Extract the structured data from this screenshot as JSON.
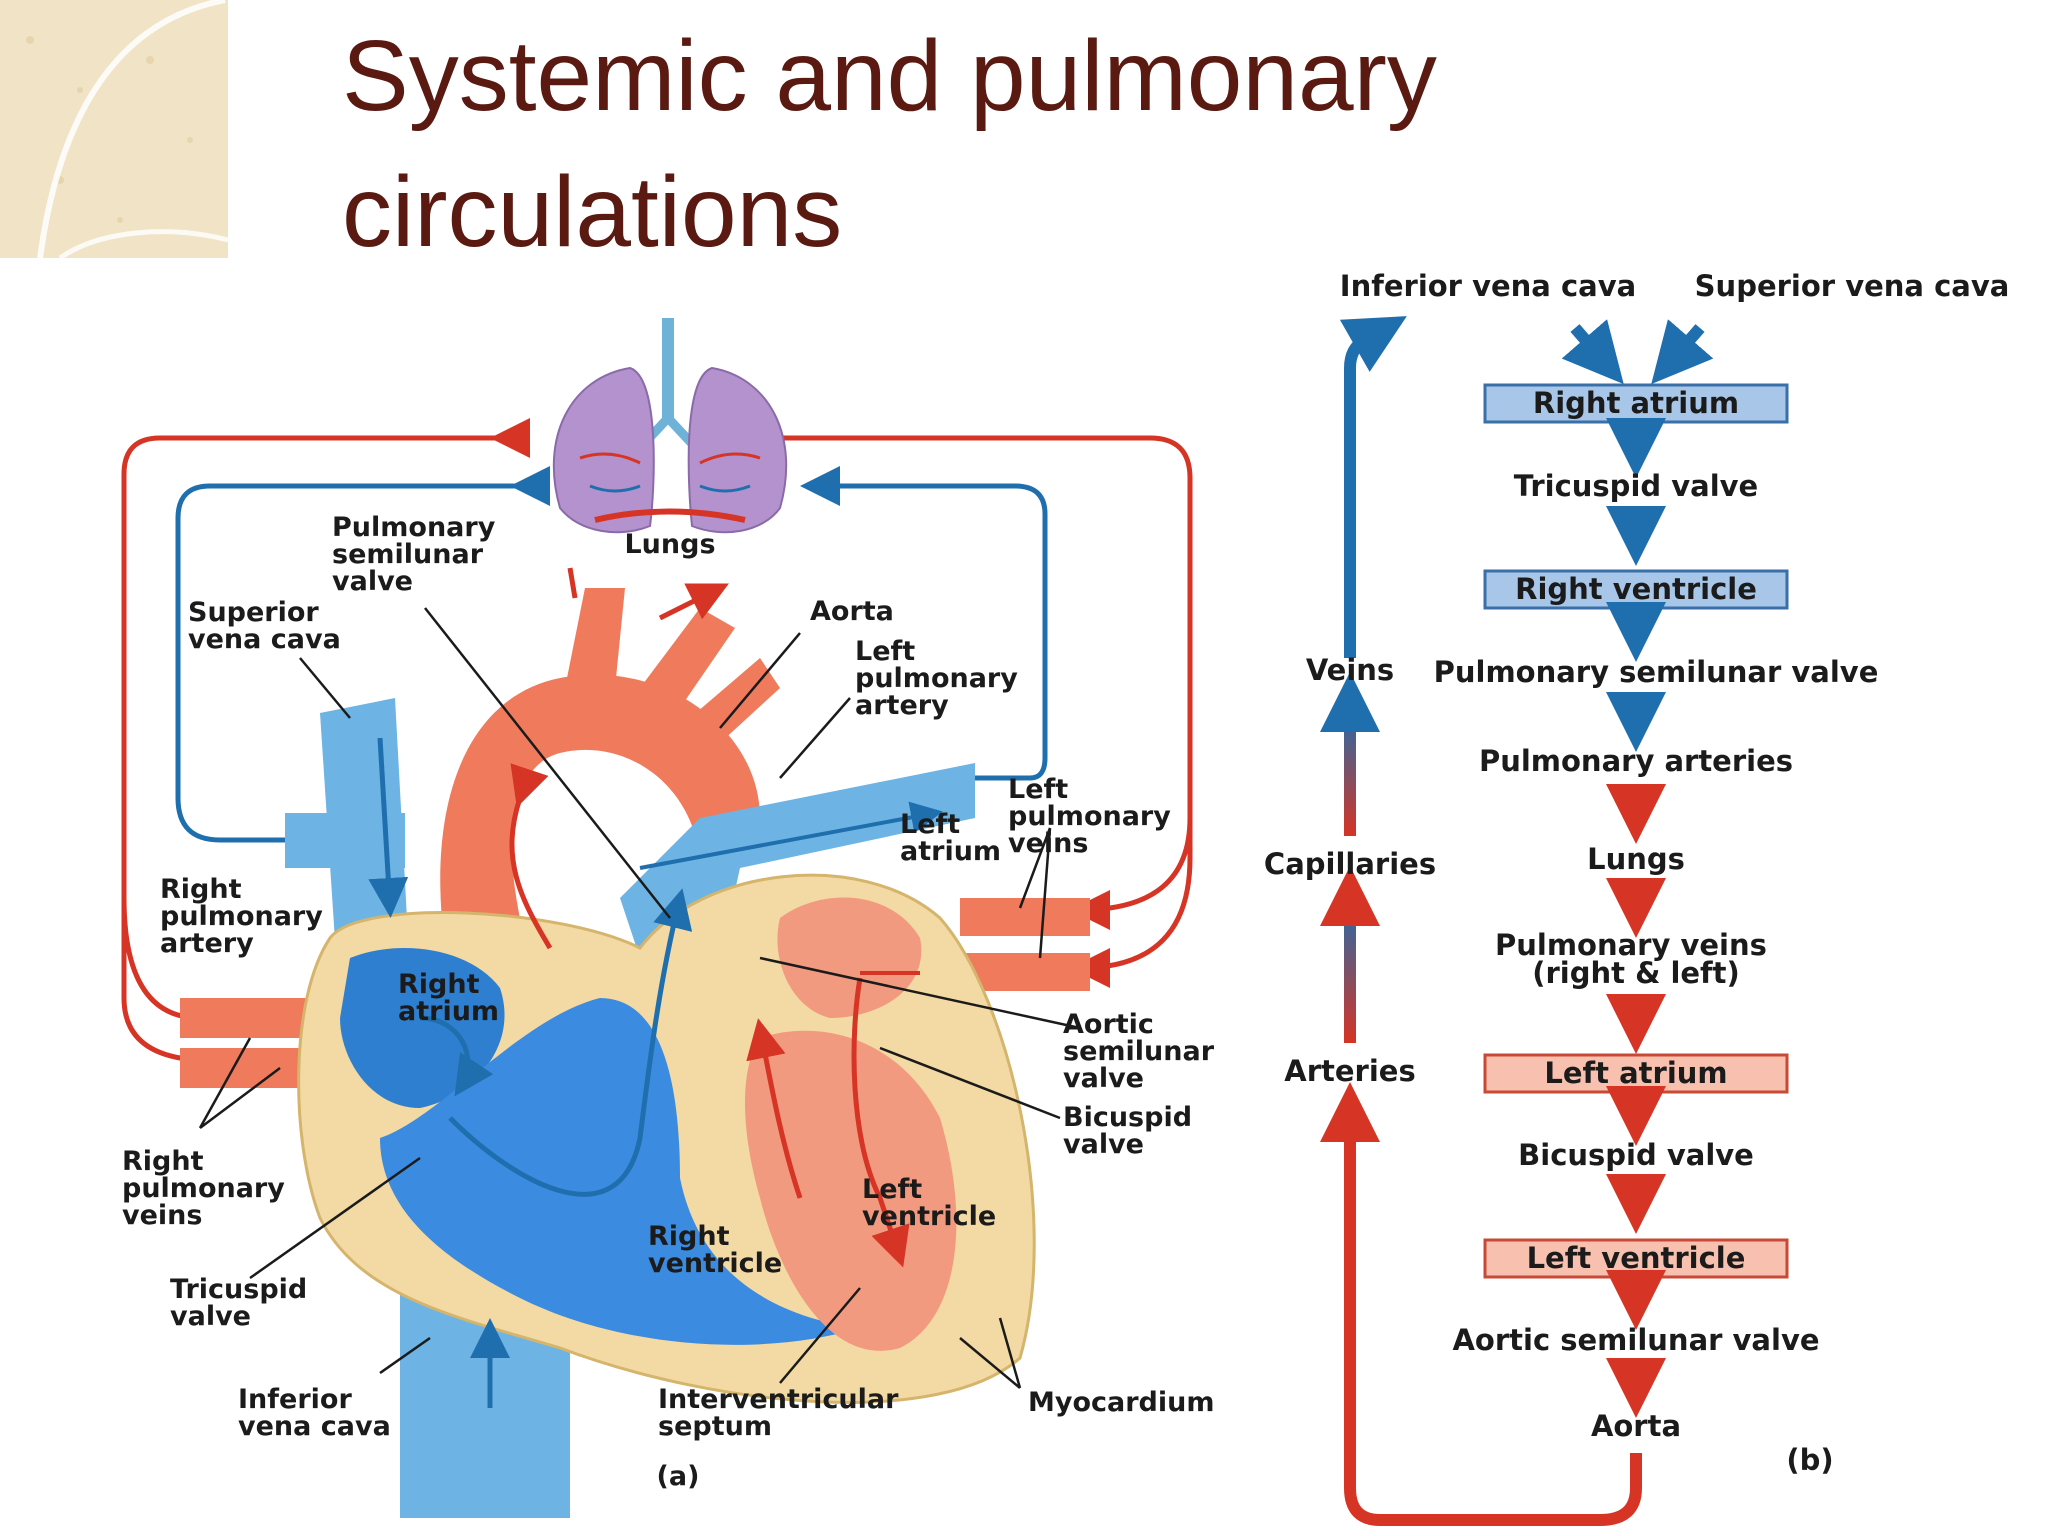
{
  "title": {
    "line1": "Systemic and pulmonary",
    "line2": "circulations"
  },
  "panel_a": {
    "caption": "(a)",
    "labels": {
      "lungs": "Lungs",
      "pulmonary_semilunar_valve": [
        "Pulmonary",
        "semilunar",
        "valve"
      ],
      "superior_vena_cava": [
        "Superior",
        "vena cava"
      ],
      "aorta": "Aorta",
      "left_pulmonary_artery": [
        "Left",
        "pulmonary",
        "artery"
      ],
      "left_pulmonary_veins": [
        "Left",
        "pulmonary",
        "veins"
      ],
      "left_atrium": [
        "Left",
        "atrium"
      ],
      "right_pulmonary_artery": [
        "Right",
        "pulmonary",
        "artery"
      ],
      "right_atrium": [
        "Right",
        "atrium"
      ],
      "aortic_semilunar_valve": [
        "Aortic",
        "semilunar",
        "valve"
      ],
      "bicuspid_valve": [
        "Bicuspid",
        "valve"
      ],
      "right_pulmonary_veins": [
        "Right",
        "pulmonary",
        "veins"
      ],
      "left_ventricle": [
        "Left",
        "ventricle"
      ],
      "right_ventricle": [
        "Right",
        "ventricle"
      ],
      "tricuspid_valve": [
        "Tricuspid",
        "valve"
      ],
      "inferior_vena_cava": [
        "Inferior",
        "vena cava"
      ],
      "interventricular_septum": [
        "Interventricular",
        "septum"
      ],
      "myocardium": "Myocardium"
    }
  },
  "panel_b": {
    "caption": "(b)",
    "top_sources": [
      "Inferior vena cava",
      "Superior vena cava"
    ],
    "side_labels": {
      "veins": "Veins",
      "capillaries": "Capillaries",
      "arteries": "Arteries"
    },
    "steps": [
      {
        "label": "Right atrium",
        "style": "blue-box"
      },
      {
        "label": "Tricuspid valve",
        "style": "text"
      },
      {
        "label": "Right ventricle",
        "style": "blue-box"
      },
      {
        "label": "Pulmonary semilunar valve",
        "style": "text"
      },
      {
        "label": "Pulmonary arteries",
        "style": "text"
      },
      {
        "label": "Lungs",
        "style": "text"
      },
      {
        "label": [
          "Pulmonary veins",
          "(right & left)"
        ],
        "style": "text"
      },
      {
        "label": "Left atrium",
        "style": "red-box"
      },
      {
        "label": "Bicuspid valve",
        "style": "text"
      },
      {
        "label": "Left ventricle",
        "style": "red-box"
      },
      {
        "label": "Aortic semilunar valve",
        "style": "text"
      },
      {
        "label": "Aorta",
        "style": "text"
      }
    ]
  },
  "colors": {
    "title": "#5a1a12",
    "deoxygenated_blue": "#1f6fae",
    "oxygenated_red": "#d63424",
    "vessel_blue": "#6db4e4",
    "vessel_red": "#ef7a5c",
    "myocardium_tan": "#f3d9a3"
  }
}
